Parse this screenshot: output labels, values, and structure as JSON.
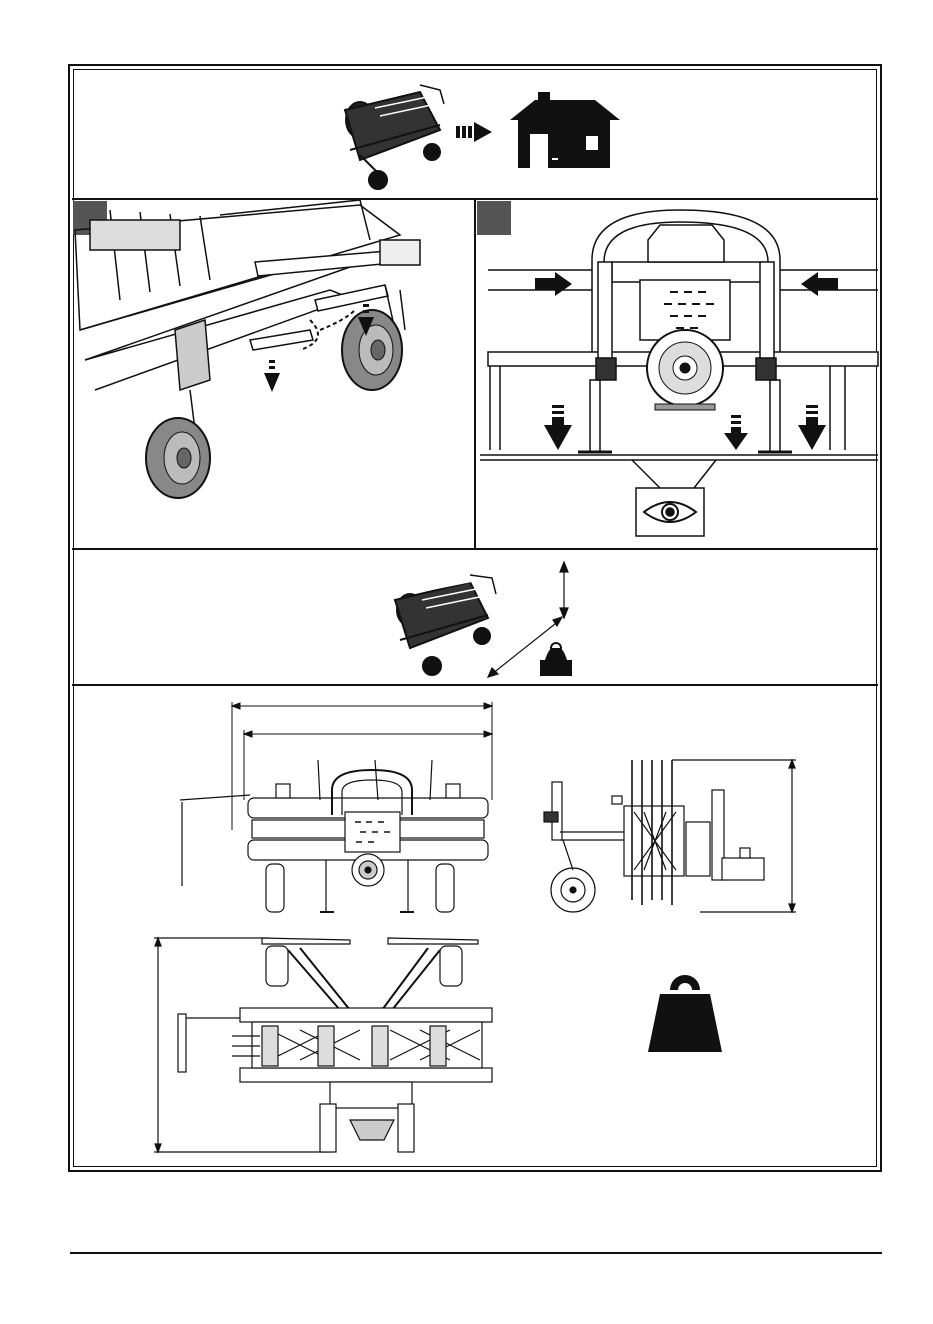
{
  "page": {
    "panels": [
      {
        "id": "storage",
        "icon": "machine-to-building-icon"
      },
      {
        "id": "step-1",
        "icon": "wheel-mounting-icon",
        "badge_color": "#555555"
      },
      {
        "id": "step-2",
        "icon": "frame-support-icon",
        "badge_color": "#555555"
      },
      {
        "id": "dimensions-weight",
        "icon": "dimension-arrows-icon"
      },
      {
        "id": "technical-drawings",
        "icon": "weight-icon"
      }
    ],
    "colors": {
      "ink": "#111111",
      "badge": "#555555",
      "background": "#ffffff"
    }
  }
}
